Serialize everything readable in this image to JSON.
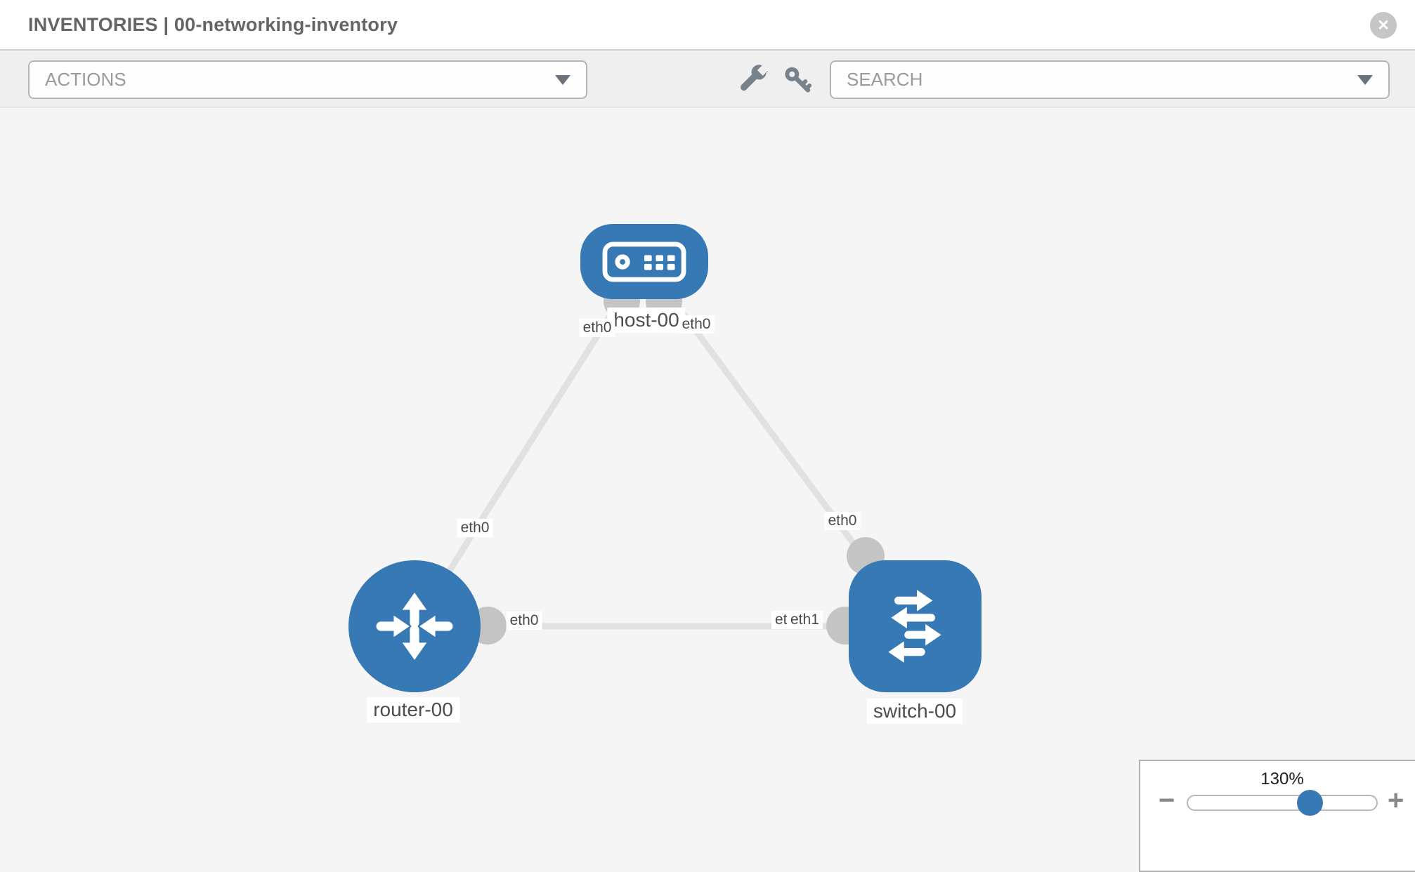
{
  "header": {
    "title": "INVENTORIES | 00-networking-inventory"
  },
  "icons": {
    "close": "✕",
    "toolbar": [
      "wrench-icon",
      "key-icon"
    ],
    "select_caret": "caret-down-icon"
  },
  "toolbar": {
    "actions_label": "ACTIONS",
    "search_placeholder": "SEARCH"
  },
  "diagram": {
    "nodes": [
      {
        "id": "host-00",
        "label": "host-00",
        "type": "host",
        "icon": "host-icon"
      },
      {
        "id": "router-00",
        "label": "router-00",
        "type": "router",
        "icon": "router-icon"
      },
      {
        "id": "switch-00",
        "label": "switch-00",
        "type": "switch",
        "icon": "switch-icon"
      }
    ],
    "links": [
      {
        "source": "host-00",
        "target": "router-00",
        "source_interface": "eth0",
        "target_interface": "eth0"
      },
      {
        "source": "host-00",
        "target": "switch-00",
        "source_interface": "eth0",
        "target_interface": "eth0"
      },
      {
        "source": "router-00",
        "target": "switch-00",
        "source_interface": "eth0",
        "target_interface": "eth1"
      }
    ],
    "interface_labels": [
      {
        "text": "eth0"
      },
      {
        "text": "eth0"
      },
      {
        "text": "eth0"
      },
      {
        "text": "eth0"
      },
      {
        "text": "eth0"
      },
      {
        "text": "eth0"
      },
      {
        "text": "eth1"
      }
    ]
  },
  "zoom_control": {
    "level": "130%",
    "minus_label": "−",
    "plus_label": "+"
  },
  "colors": {
    "node_blue": "#3779b5",
    "link_gray": "#e1e1e1",
    "dot_gray": "#c4c4c4",
    "toolbar_bg": "#efefef",
    "canvas_bg": "#f5f5f5"
  }
}
